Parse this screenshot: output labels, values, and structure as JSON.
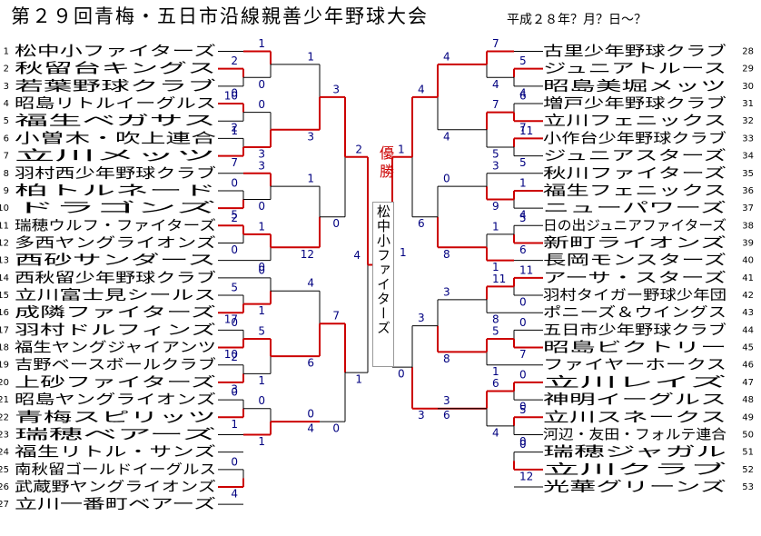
{
  "header": {
    "title": "第２９回青梅・五日市沿線親善少年野球大会",
    "date": "平成２８年？月？日～？"
  },
  "champion": {
    "label": "優勝",
    "team": "松中小ファイターズ"
  },
  "colors": {
    "win": "#cc0000",
    "lose": "#000000",
    "score": "#000080",
    "no": "#000000"
  },
  "left_teams": [
    {
      "no": "1",
      "name": "松中小ファイターズ"
    },
    {
      "no": "2",
      "name": "秋留台キングス"
    },
    {
      "no": "3",
      "name": "若葉野球クラブ"
    },
    {
      "no": "4",
      "name": "昭島リトルイーグルス"
    },
    {
      "no": "5",
      "name": "福生ベガサス"
    },
    {
      "no": "6",
      "name": "小曽木・吹上連合"
    },
    {
      "no": "7",
      "name": "立川メッツ"
    },
    {
      "no": "8",
      "name": "羽村西少年野球クラブ"
    },
    {
      "no": "9",
      "name": "柏トルネード"
    },
    {
      "no": "10",
      "name": "ドラゴンズ"
    },
    {
      "no": "11",
      "name": "瑞穂ウルフ・ファイターズ"
    },
    {
      "no": "12",
      "name": "多西ヤングライオンズ"
    },
    {
      "no": "13",
      "name": "西砂サンダース"
    },
    {
      "no": "14",
      "name": "西秋留少年野球クラブ"
    },
    {
      "no": "15",
      "name": "立川富士見シールス"
    },
    {
      "no": "16",
      "name": "成隣ファイターズ"
    },
    {
      "no": "17",
      "name": "羽村ドルフィンズ"
    },
    {
      "no": "18",
      "name": "福生ヤングジャイアンツ"
    },
    {
      "no": "19",
      "name": "吉野ベースボールクラブ"
    },
    {
      "no": "20",
      "name": "上砂ファイターズ"
    },
    {
      "no": "21",
      "name": "昭島ヤングライオンズ"
    },
    {
      "no": "22",
      "name": "青梅スピリッツ"
    },
    {
      "no": "23",
      "name": "瑞穂ベアーズ"
    },
    {
      "no": "24",
      "name": "福生リトル・サンズ"
    },
    {
      "no": "25",
      "name": "南秋留ゴールドイーグルス"
    },
    {
      "no": "26",
      "name": "武蔵野ヤングライオンズ"
    },
    {
      "no": "27",
      "name": "立川一番町ベアーズ"
    }
  ],
  "right_teams": [
    {
      "no": "28",
      "name": "古里少年野球クラブ"
    },
    {
      "no": "29",
      "name": "ジュニアトルース"
    },
    {
      "no": "30",
      "name": "昭島美堀メッツ"
    },
    {
      "no": "31",
      "name": "増戸少年野球クラブ"
    },
    {
      "no": "32",
      "name": "立川フェニックス"
    },
    {
      "no": "33",
      "name": "小作台少年野球クラブ"
    },
    {
      "no": "34",
      "name": "ジュニアスターズ"
    },
    {
      "no": "35",
      "name": "秋川ファイターズ"
    },
    {
      "no": "36",
      "name": "福生フェニックス"
    },
    {
      "no": "37",
      "name": "ニューパワーズ"
    },
    {
      "no": "38",
      "name": "日の出ジュニアファイターズ"
    },
    {
      "no": "39",
      "name": "新町ライオンズ"
    },
    {
      "no": "40",
      "name": "長岡モンスターズ"
    },
    {
      "no": "41",
      "name": "アーサ・スターズ"
    },
    {
      "no": "42",
      "name": "羽村タイガー野球少年団"
    },
    {
      "no": "43",
      "name": "ポニーズ＆ウイングス"
    },
    {
      "no": "44",
      "name": "五日市少年野球クラブ"
    },
    {
      "no": "45",
      "name": "昭島ビクトリー"
    },
    {
      "no": "46",
      "name": "ファイヤーホークス"
    },
    {
      "no": "47",
      "name": "立川レイズ"
    },
    {
      "no": "48",
      "name": "神明イーグルス"
    },
    {
      "no": "49",
      "name": "立川スネークス"
    },
    {
      "no": "50",
      "name": "河辺・友田・フォルテ連合"
    },
    {
      "no": "51",
      "name": "瑞穂ジャガル"
    },
    {
      "no": "52",
      "name": "立川クラブ"
    },
    {
      "no": "53",
      "name": "光華グリーンズ"
    }
  ],
  "left_r1": [
    {
      "a": 1,
      "b": 2,
      "sa": "2",
      "sb": "0",
      "win": "a"
    },
    {
      "a": 3,
      "b": 4,
      "sa": "10",
      "sb": "2",
      "win": "a"
    },
    {
      "a": 5,
      "b": 6,
      "sa": "1",
      "sb": "7",
      "win": "b"
    },
    {
      "a": 8,
      "b": 9,
      "sa": "0",
      "sb": "5",
      "win": "b"
    },
    {
      "a": 10,
      "b": 11,
      "sa": "2",
      "sb": "0",
      "win": "a"
    },
    {
      "a": 14,
      "b": 15,
      "sa": "5",
      "sb": "17",
      "win": "b"
    },
    {
      "a": 16,
      "b": 17,
      "sa": "0",
      "sb": "10",
      "win": "b"
    },
    {
      "a": 18,
      "b": 19,
      "sa": "2",
      "sb": "3",
      "win": "b"
    },
    {
      "a": 20,
      "b": 21,
      "sa": "0",
      "sb": "1",
      "win": "b"
    },
    {
      "a": 24,
      "b": 25,
      "sa": "0",
      "sb": "4",
      "win": "b"
    }
  ],
  "left_r2": [
    {
      "a": "L0",
      "b": "L1",
      "sa": "1",
      "sb": "0",
      "win": "a"
    },
    {
      "a": "L2",
      "b": "L3",
      "sa": "0",
      "sb": "3",
      "win": "b"
    },
    {
      "a": "L4",
      "b": "L5",
      "sa": "3",
      "sb": "0",
      "win": "a"
    },
    {
      "a": "L6",
      "b": "L7",
      "sa": "1",
      "sb": "0",
      "win": "a"
    },
    {
      "a": "L8",
      "b": "L9",
      "sa": "0",
      "sb": "1",
      "win": "b"
    },
    {
      "a": "L10",
      "b": "L11",
      "sa": "5",
      "sb": "1",
      "win": "a"
    },
    {
      "a": "L12",
      "b": "L13",
      "sa": "0",
      "sb": "1",
      "win": "b"
    }
  ],
  "right_r1": [
    {
      "a": 1,
      "b": 2,
      "sa": "5",
      "sb": "4",
      "win": "a"
    },
    {
      "a": 3,
      "b": 4,
      "sa": "6",
      "sb": "7",
      "win": "b"
    },
    {
      "a": 5,
      "b": 6,
      "sa": "11",
      "sb": "5",
      "win": "a"
    },
    {
      "a": 8,
      "b": 9,
      "sa": "1",
      "sb": "4",
      "win": "a"
    },
    {
      "a": 10,
      "b": 11,
      "sa": "5",
      "sb": "6",
      "win": "b"
    },
    {
      "a": 13,
      "b": 14,
      "sa": "11",
      "sb": "0",
      "win": "a"
    },
    {
      "a": 16,
      "b": 17,
      "sa": "0",
      "sb": "7",
      "win": "b"
    },
    {
      "a": 19,
      "b": 20,
      "sa": "0",
      "sb": "0",
      "win": "a"
    },
    {
      "a": 21,
      "b": 22,
      "sa": "5",
      "sb": "0",
      "win": "a"
    },
    {
      "a": 23,
      "b": 24,
      "sa": "0",
      "sb": "12",
      "win": "b"
    }
  ],
  "right_r2": [
    {
      "a": "L0",
      "b": "L1",
      "sa": "7",
      "sb": "4",
      "win": "a"
    },
    {
      "a": "L2",
      "b": "L3",
      "sa": "7",
      "sb": "5",
      "win": "a"
    },
    {
      "a": "L4",
      "b": "L5",
      "sa": "3",
      "sb": "9",
      "win": "b"
    },
    {
      "a": "L6",
      "b": "L7",
      "sa": "1",
      "sb": "1",
      "win": "b"
    },
    {
      "a": "L8",
      "b": "L9",
      "sa": "11",
      "sb": "8",
      "win": "a"
    },
    {
      "a": "L10",
      "b": "L11",
      "sa": "5",
      "sb": "1",
      "win": "a"
    },
    {
      "a": "L12",
      "b": "L13",
      "sa": "6",
      "sb": "4",
      "win": "a"
    }
  ],
  "left_upper": [
    {
      "a": "L14",
      "b": "L15",
      "sa": "1",
      "sb": "3",
      "win": "b"
    },
    {
      "a": "L16",
      "b": "L17",
      "sa": "1",
      "sb": "12",
      "win": "b"
    },
    {
      "a": "L18",
      "b": "L19",
      "sa": "4",
      "sb": "6",
      "win": "b"
    },
    {
      "a": "L20",
      "b": "L21",
      "sa": "0",
      "sb": "4",
      "win": "b"
    }
  ],
  "right_upper": [
    {
      "a": "L14",
      "b": "L15",
      "sa": "4",
      "sb": "4",
      "win": "a"
    },
    {
      "a": "L16",
      "b": "L17",
      "sa": "0",
      "sb": "8",
      "win": "b"
    },
    {
      "a": "L18",
      "b": "L19",
      "sa": "3",
      "sb": "8",
      "win": "b"
    },
    {
      "a": "L20",
      "b": "L21",
      "sa": "3",
      "sb": "6",
      "win": "a"
    }
  ],
  "left_semis": [
    {
      "a": "L22",
      "b": "L23",
      "sa": "3",
      "sb": "0",
      "win": "a"
    },
    {
      "a": "L24",
      "b": "L25",
      "sa": "7",
      "sb": "0",
      "win": "a"
    }
  ],
  "right_semis": [
    {
      "a": "L22",
      "b": "L23",
      "sa": "4",
      "sb": "6",
      "win": "a"
    },
    {
      "a": "L24",
      "b": "L25",
      "sa": "3",
      "sb": "3",
      "win": "b"
    }
  ],
  "left_final": {
    "sa": "2",
    "sb": "1",
    "win": "a",
    "out": "4"
  },
  "right_final": {
    "sa": "1",
    "sb": "0",
    "win": "a",
    "out": "1"
  }
}
